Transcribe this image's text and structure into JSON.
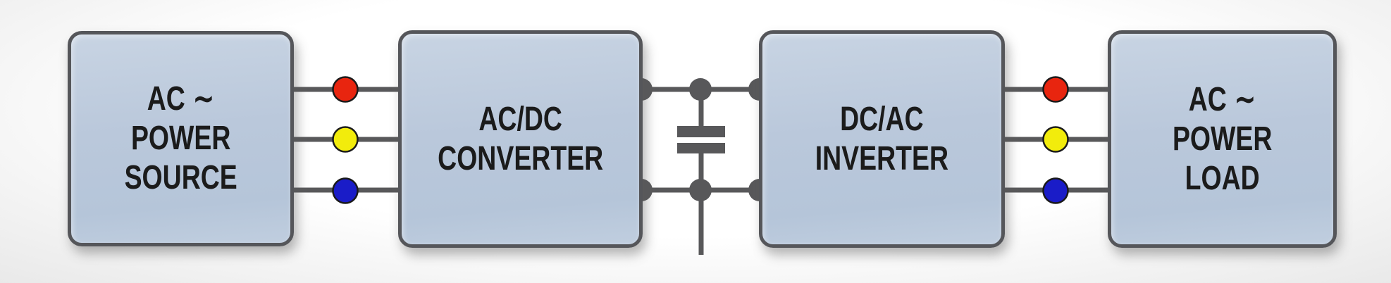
{
  "diagram": {
    "type": "block-diagram",
    "description": "Three-phase AC to DC to AC power conversion chain with DC-link capacitor",
    "blocks": [
      {
        "id": "ac-power-source",
        "lines": [
          "AC ∼",
          "POWER",
          "SOURCE"
        ]
      },
      {
        "id": "ac-dc-converter",
        "lines": [
          "AC/DC",
          "CONVERTER"
        ]
      },
      {
        "id": "dc-ac-inverter",
        "lines": [
          "DC/AC",
          "INVERTER"
        ]
      },
      {
        "id": "ac-power-load",
        "lines": [
          "AC ∼",
          "POWER",
          "LOAD"
        ]
      }
    ],
    "colors": {
      "wire": "#58585a",
      "junction_dot": "#58585a",
      "block_fill": "#bac8db",
      "block_border": "#55565a",
      "text": "#1b1b1b",
      "dot_outline": "#1a1a1a",
      "phase_red": "#e8250f",
      "phase_yellow": "#f2ec0c",
      "phase_blue": "#1a1cc8"
    },
    "components": {
      "dc_link_capacitor": "DC-link capacitor",
      "phase_marker_order": [
        "red",
        "yellow",
        "blue"
      ]
    }
  }
}
